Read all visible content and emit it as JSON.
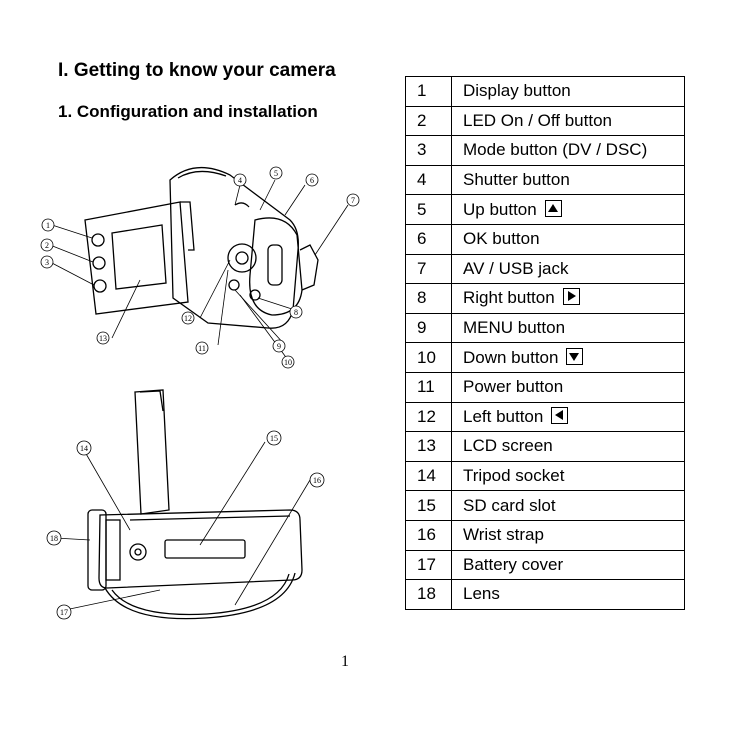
{
  "section_title": "I. Getting to know your camera",
  "subsection_title": "1. Configuration and installation",
  "parts": [
    {
      "num": "1",
      "name": "Display button",
      "icon": ""
    },
    {
      "num": "2",
      "name": "LED On / Off button",
      "icon": ""
    },
    {
      "num": "3",
      "name": "Mode button (DV / DSC)",
      "icon": ""
    },
    {
      "num": "4",
      "name": "Shutter button",
      "icon": ""
    },
    {
      "num": "5",
      "name": "Up button",
      "icon": "up-arrow-icon"
    },
    {
      "num": "6",
      "name": "OK button",
      "icon": ""
    },
    {
      "num": "7",
      "name": "AV / USB jack",
      "icon": ""
    },
    {
      "num": "8",
      "name": "Right button",
      "icon": "right-arrow-icon"
    },
    {
      "num": "9",
      "name": "MENU button",
      "icon": ""
    },
    {
      "num": "10",
      "name": "Down button",
      "icon": "down-arrow-icon"
    },
    {
      "num": "11",
      "name": "Power button",
      "icon": ""
    },
    {
      "num": "12",
      "name": "Left button",
      "icon": "left-arrow-icon"
    },
    {
      "num": "13",
      "name": "LCD screen",
      "icon": ""
    },
    {
      "num": "14",
      "name": "Tripod socket",
      "icon": ""
    },
    {
      "num": "15",
      "name": "SD card slot",
      "icon": ""
    },
    {
      "num": "16",
      "name": "Wrist strap",
      "icon": ""
    },
    {
      "num": "17",
      "name": "Battery cover",
      "icon": ""
    },
    {
      "num": "18",
      "name": "Lens",
      "icon": ""
    }
  ],
  "figure_top_callouts": [
    "1",
    "2",
    "3",
    "4",
    "5",
    "6",
    "7",
    "8",
    "9",
    "10",
    "11",
    "12",
    "13"
  ],
  "figure_bottom_callouts": [
    "14",
    "15",
    "16",
    "17",
    "18"
  ],
  "page_number": "1"
}
